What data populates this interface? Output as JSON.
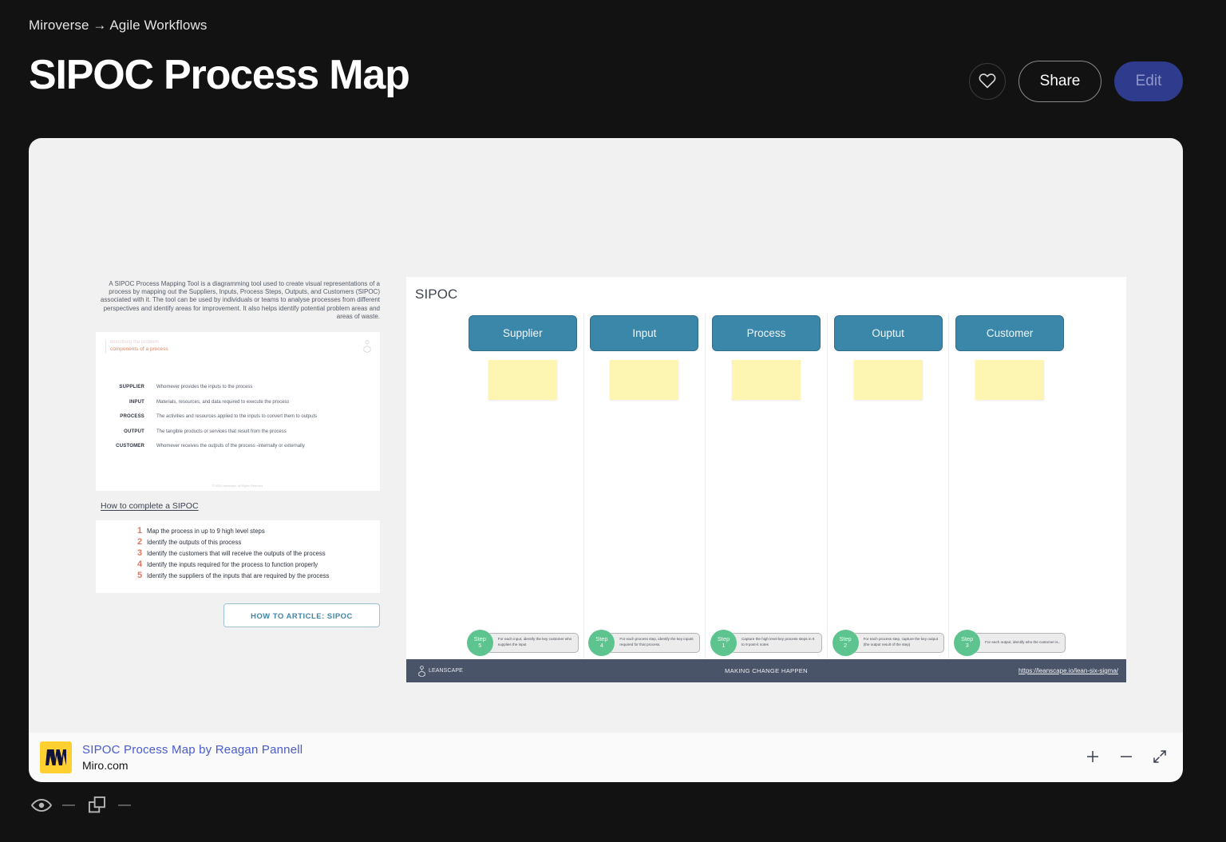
{
  "header": {
    "breadcrumb": "Miroverse → Agile Workflows",
    "title": "SIPOC Process Map",
    "like_icon": "heart-icon",
    "share_label": "Share",
    "edit_label": "Edit",
    "edit_color": "#3f4fa0"
  },
  "left_panel": {
    "intro": "A SIPOC Process Mapping Tool is a diagramming tool used to create visual representations of a process by mapping out the Suppliers, Inputs, Process Steps, Outputs, and Customers (SIPOC) associated with it. The tool can be used by individuals or teams to analyse processes from different perspectives and identify areas for improvement. It also helps identify potential problem areas and areas of waste.",
    "card": {
      "kicker_line1": "describing the problem",
      "kicker_line2": "components of a process",
      "logo_icon": "leanscape-mark-icon",
      "definitions": [
        {
          "term": "SUPPLIER",
          "desc": "Whomever provides the inputs to the process"
        },
        {
          "term": "INPUT",
          "desc": "Materials, resources, and data required to execute the process"
        },
        {
          "term": "PROCESS",
          "desc": "The activities and resources applied to the inputs to convert them to outputs"
        },
        {
          "term": "OUTPUT",
          "desc": "The tangible products or services that result from the process"
        },
        {
          "term": "CUSTOMER",
          "desc": "Whomever receives the outputs of the process -internally or externally"
        }
      ],
      "copyright": "© 2020 Leanscape. All Rights Reserved."
    },
    "howto_link": "How to complete a SIPOC",
    "steps": [
      {
        "num": "1",
        "text": "Map the process in up to 9 high level steps"
      },
      {
        "num": "2",
        "text": "Identify the outputs of this process"
      },
      {
        "num": "3",
        "text": "Identify the customers that will receive the outputs of the process"
      },
      {
        "num": "4",
        "text": "Identify the inputs required for the process to function properly"
      },
      {
        "num": "5",
        "text": "Identify the suppliers of the inputs that are required by the process"
      }
    ],
    "article_button": "HOW TO ARTICLE: SIPOC"
  },
  "sipoc": {
    "title": "SIPOC",
    "header_color": "#3f8fa7",
    "sticky_color": "#fbf4b4",
    "step_circle_color": "#52c08c",
    "columns": [
      {
        "header": "Supplier",
        "step_word": "Step",
        "step_num": "5",
        "step_text": "For each input, identify the key customer who supplies the input"
      },
      {
        "header": "Input",
        "step_word": "Step",
        "step_num": "4",
        "step_text": "For each process step, identify the key inputs required for that process."
      },
      {
        "header": "Process",
        "step_word": "Step",
        "step_num": "1",
        "step_text": "Capture the high level key process steps in 5 to 9 post-it notes"
      },
      {
        "header": "Ouptut",
        "step_word": "Step",
        "step_num": "2",
        "step_text": "For each process step, capture the key output (the output result of the step)"
      },
      {
        "header": "Customer",
        "step_word": "Step",
        "step_num": "3",
        "step_text": "For each output, identify who the customer is.."
      }
    ],
    "footer": {
      "brand": "LEANSCAPE",
      "tagline": "MAKING CHANGE HAPPEN",
      "url": "https://leanscape.io/lean-six-sigma/",
      "background": "#49516a"
    }
  },
  "attribution": {
    "logo_icon": "miro-logo-icon",
    "title": "SIPOC Process Map by Reagan Pannell",
    "source": "Miro.com",
    "zoom_in_icon": "plus-icon",
    "zoom_out_icon": "minus-icon",
    "fullscreen_icon": "expand-icon"
  },
  "stats": {
    "views_icon": "eye-icon",
    "views_value": "—",
    "copies_icon": "duplicate-icon",
    "copies_value": "—"
  }
}
